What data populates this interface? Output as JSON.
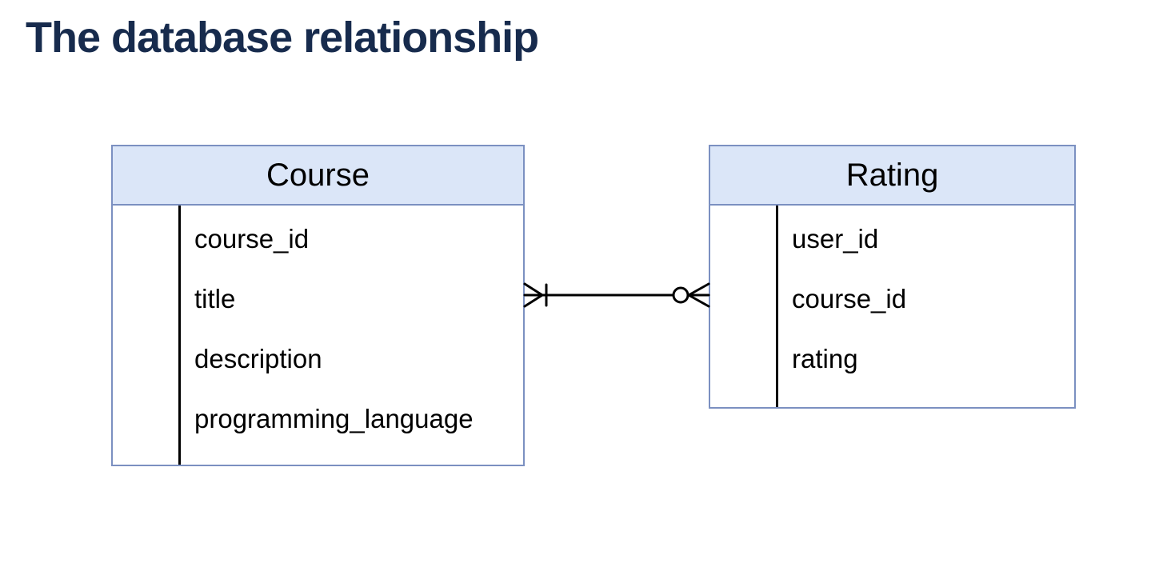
{
  "page": {
    "title": "The database relationship"
  },
  "colors": {
    "page_bg": "#ffffff",
    "heading_text": "#172b4d",
    "entity_border": "#7b90c1",
    "entity_header_fill": "#dbe6f8",
    "entity_text": "#000000",
    "connector_line": "#000000"
  },
  "diagram": {
    "entities": [
      {
        "name": "Course",
        "fields": [
          "course_id",
          "title",
          "description",
          "programming_language"
        ]
      },
      {
        "name": "Rating",
        "fields": [
          "user_id",
          "course_id",
          "rating"
        ]
      }
    ],
    "relationship": {
      "from": "Course",
      "to": "Rating",
      "from_end_symbol": "one-or-many-crows-foot-with-bar",
      "to_end_symbol": "zero-or-many-crows-foot-with-circle"
    }
  }
}
